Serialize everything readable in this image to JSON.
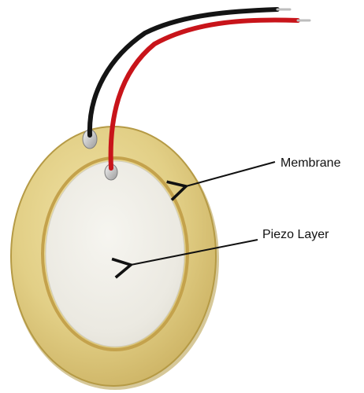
{
  "labels": {
    "membrane": "Membrane",
    "piezo_layer": "Piezo Layer"
  },
  "colors": {
    "membrane_brass": "#dcc77e",
    "membrane_edge": "#b59a45",
    "groove": "#c4a24c",
    "piezo_ceramic": "#eceae2",
    "wire_red": "#c8141a",
    "wire_black": "#141414",
    "arrow": "#111111"
  },
  "icons": {
    "disc": "piezo-disc",
    "wires": "lead-wires",
    "arrow": "pointer-arrow"
  }
}
